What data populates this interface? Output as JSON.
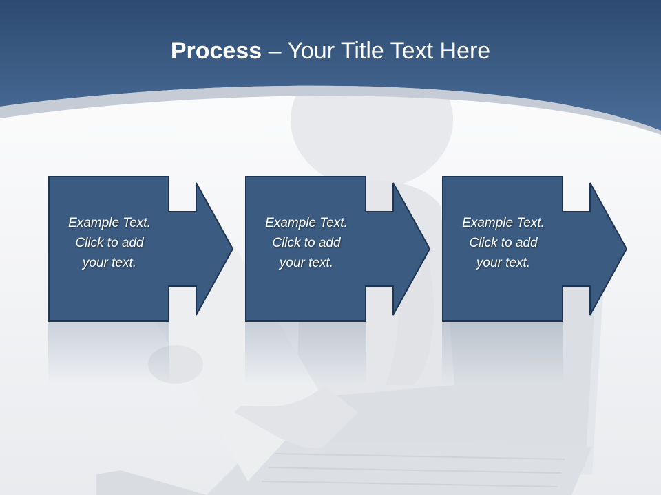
{
  "slide": {
    "title_strong": "Process",
    "title_rest": " – Your Title Text Here"
  },
  "steps": [
    {
      "text": "Example Text.\nClick  to add\nyour text."
    },
    {
      "text": "Example Text.\nClick  to add\nyour text."
    },
    {
      "text": "Example Text.\nClick  to add\nyour text."
    }
  ],
  "colors": {
    "header_dark": "#2d4b71",
    "header_light": "#4a6d98",
    "box_fill": "#3b5b80",
    "box_border": "#1f3450",
    "swoosh": "#c5ccd6"
  }
}
